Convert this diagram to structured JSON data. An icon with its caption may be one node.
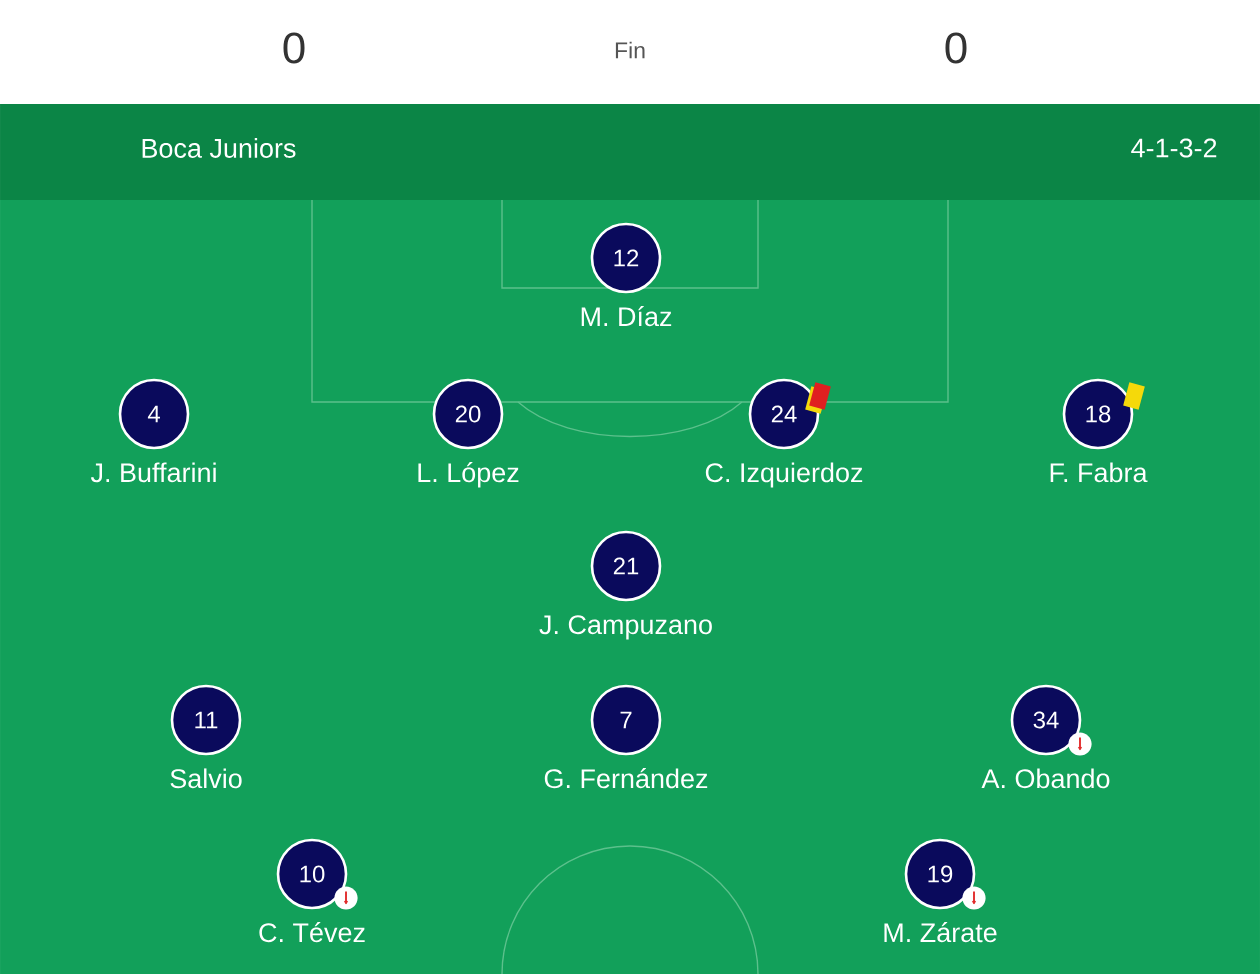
{
  "diagram": {
    "nodes": [
      {
        "text": [
          "Boca Juniors",
          "4-1-3-2"
        ]
      },
      {
        "text": [
          "12"
        ],
        "beside": [
          "M. Díaz"
        ]
      },
      {
        "text": [
          "4"
        ],
        "beside": [
          "J. Buffarini"
        ]
      },
      {
        "text": [
          "20"
        ],
        "beside": [
          "L. López"
        ]
      },
      {
        "text": [
          "24"
        ],
        "beside": [
          "C. Izquierdoz"
        ]
      },
      {
        "text": [
          "18"
        ],
        "beside": [
          "F. Fabra"
        ]
      },
      {
        "text": [
          "21"
        ],
        "beside": [
          "J. Campuzano"
        ]
      },
      {
        "text": [
          "11"
        ],
        "beside": [
          "Salvio"
        ]
      },
      {
        "text": [
          "7"
        ],
        "beside": [
          "G. Fernández"
        ]
      },
      {
        "text": [
          "34"
        ],
        "beside": [
          "A. Obando"
        ]
      },
      {
        "text": [
          "10"
        ],
        "beside": [
          "C. Tévez"
        ]
      },
      {
        "text": [
          "19"
        ],
        "beside": [
          "M. Zárate"
        ]
      }
    ],
    "labels": [
      "0",
      "Fin",
      "0"
    ]
  }
}
